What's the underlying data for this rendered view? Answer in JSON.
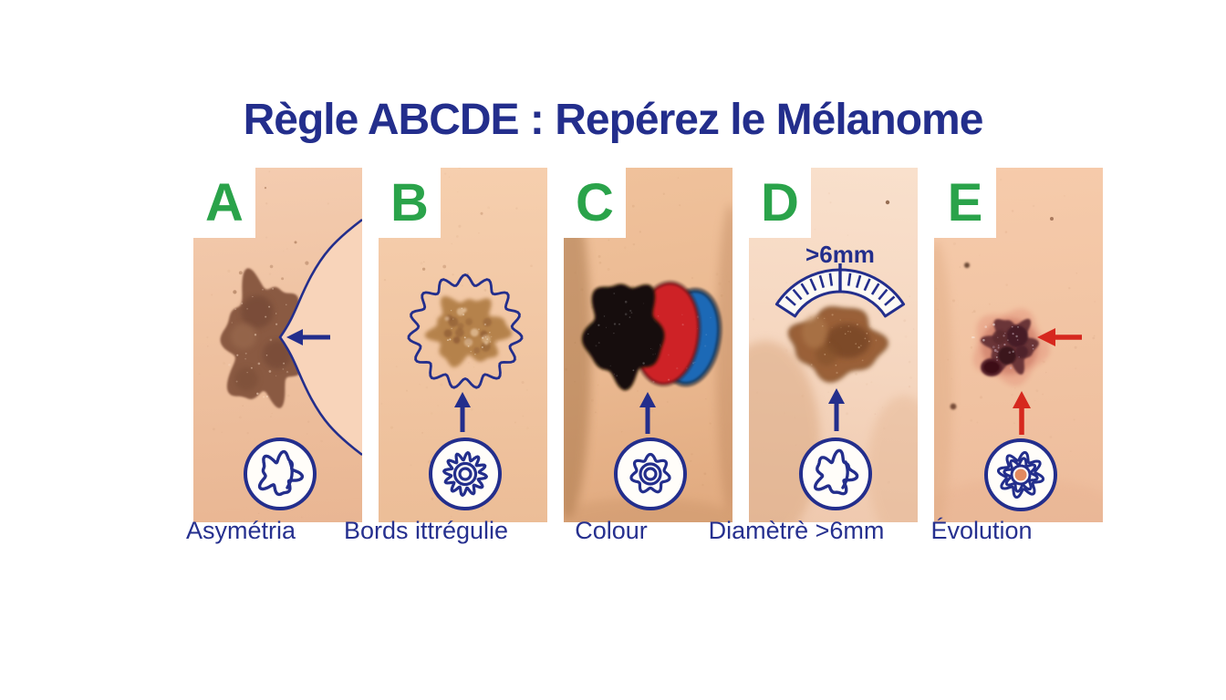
{
  "title": "Règle ABCDE : Repérez le Mélanome",
  "colors": {
    "navy": "#232e8c",
    "green": "#2aa34a",
    "red": "#d6281e"
  },
  "panels": [
    {
      "letter": "A",
      "caption": "Asymétria",
      "icon": "asymmetric-shape-icon"
    },
    {
      "letter": "B",
      "caption": "Bords ittrégulie",
      "icon": "scalloped-border-icon"
    },
    {
      "letter": "C",
      "caption": "Colour",
      "icon": "wavy-rings-icon"
    },
    {
      "letter": "D",
      "caption": "Diamètrè >6mm",
      "icon": "asymmetric-shape-icon",
      "measure": ">6mm"
    },
    {
      "letter": "E",
      "caption": "Évolution",
      "icon": "flower-dot-icon"
    }
  ]
}
